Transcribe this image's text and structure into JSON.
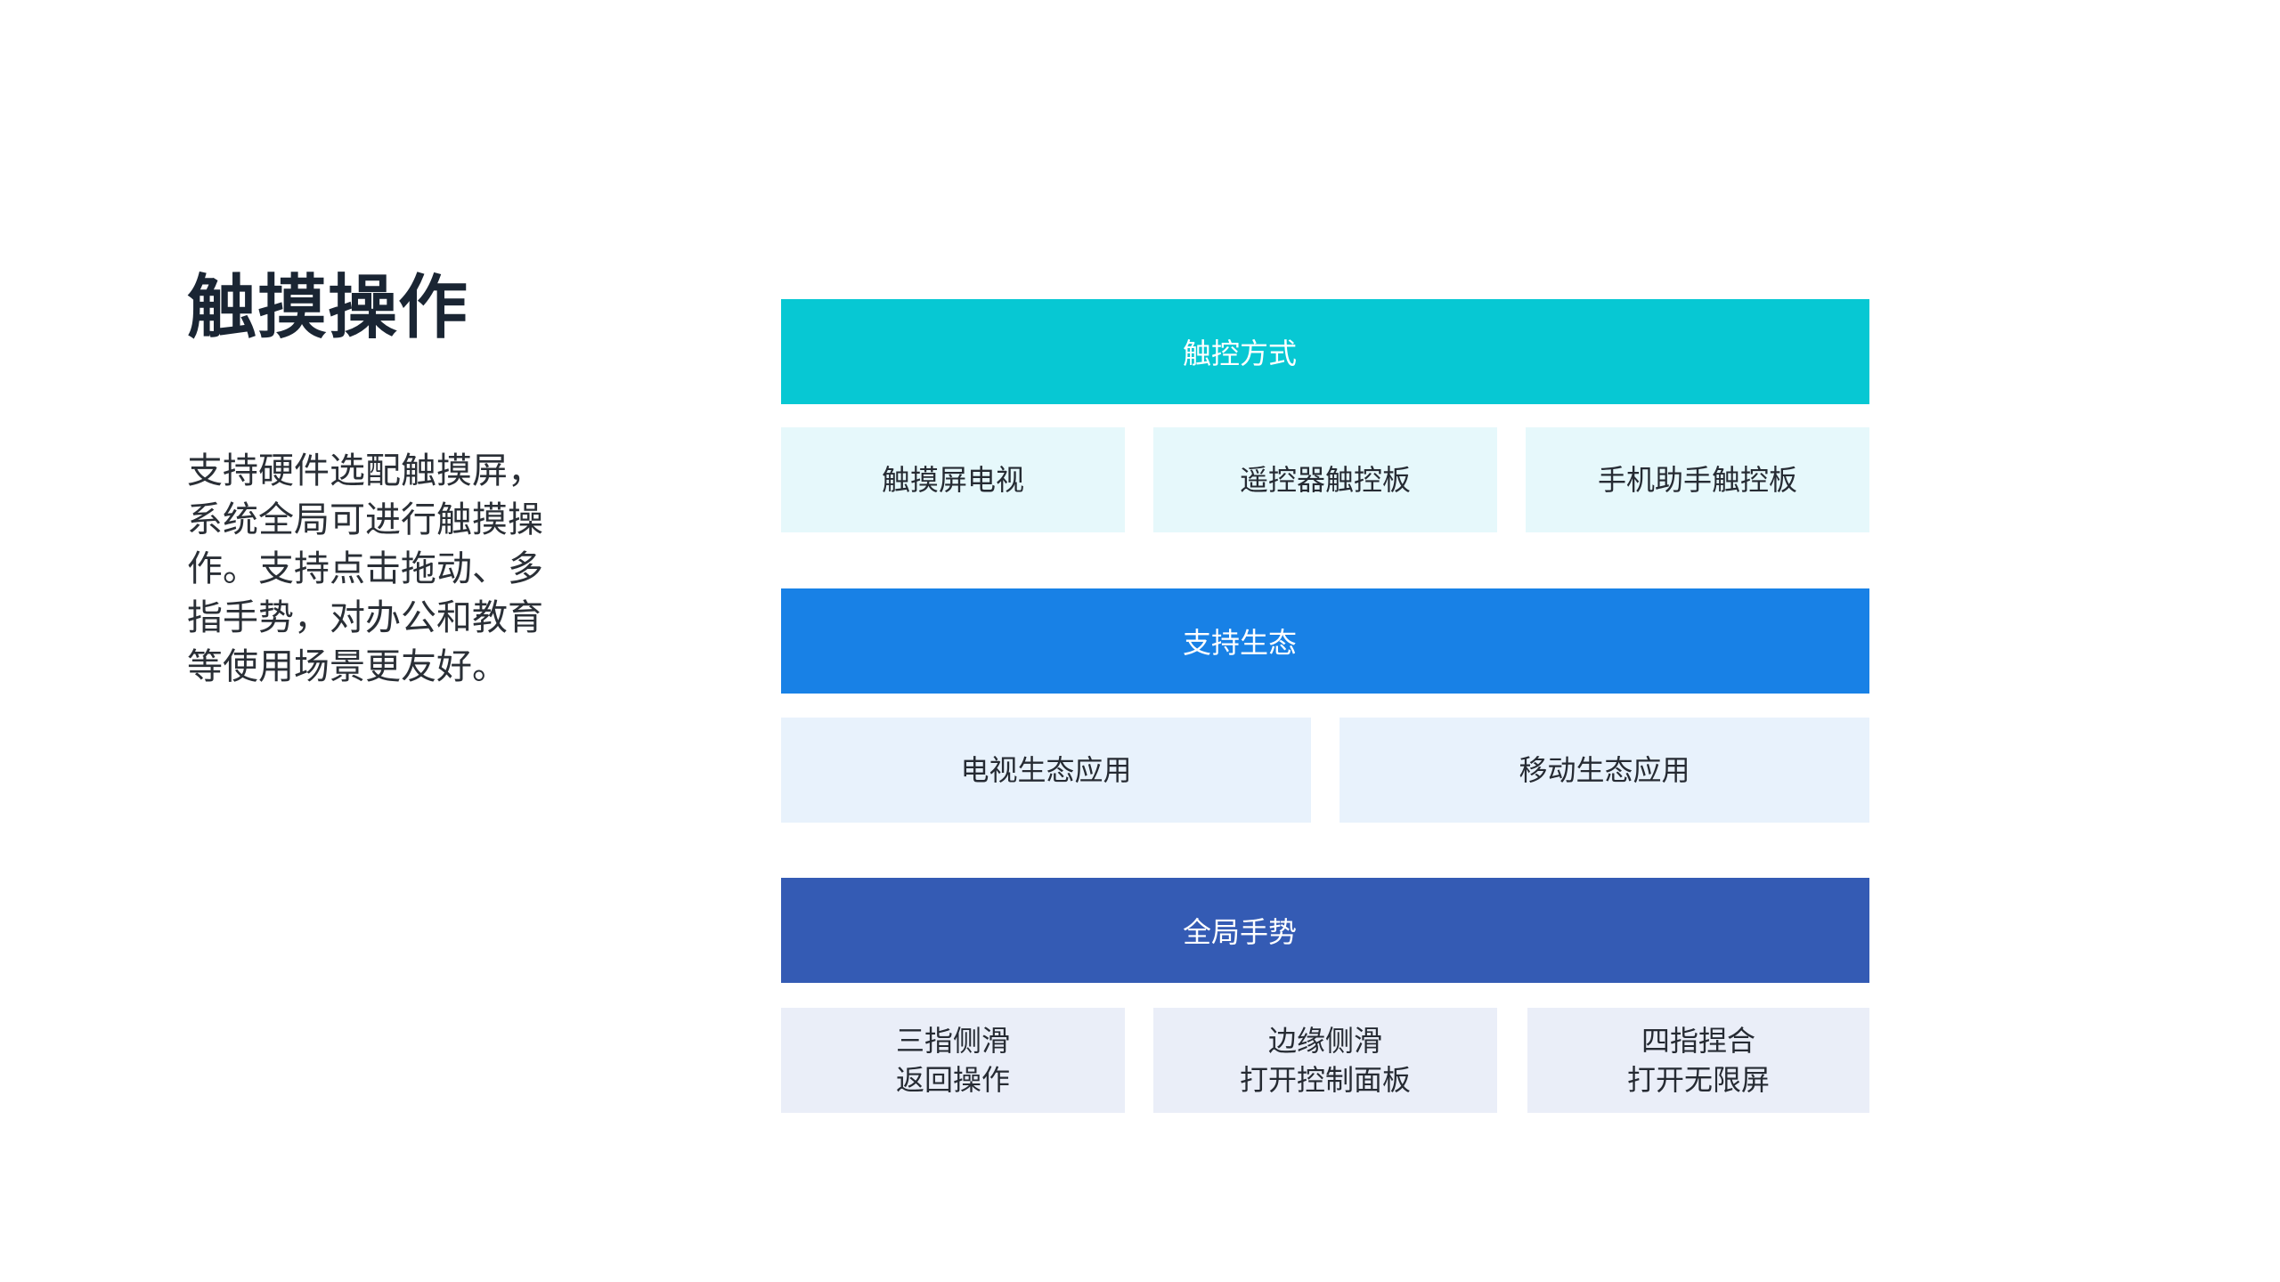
{
  "heading": {
    "title": "触摸操作",
    "description": "支持硬件选配触摸屏，系统全局可进行触摸操作。支持点击拖动、多指手势，对办公和教育等使用场景更友好。"
  },
  "diagram": {
    "sections": [
      {
        "header": "触控方式",
        "color": "#07c8d3",
        "items": [
          "触摸屏电视",
          "遥控器触控板",
          "手机助手触控板"
        ]
      },
      {
        "header": "支持生态",
        "color": "#1881e6",
        "items": [
          "电视生态应用",
          "移动生态应用"
        ]
      },
      {
        "header": "全局手势",
        "color": "#345bb4",
        "items": [
          {
            "line1": "三指侧滑",
            "line2": "返回操作"
          },
          {
            "line1": "边缘侧滑",
            "line2": "打开控制面板"
          },
          {
            "line1": "四指捏合",
            "line2": "打开无限屏"
          }
        ]
      }
    ]
  }
}
